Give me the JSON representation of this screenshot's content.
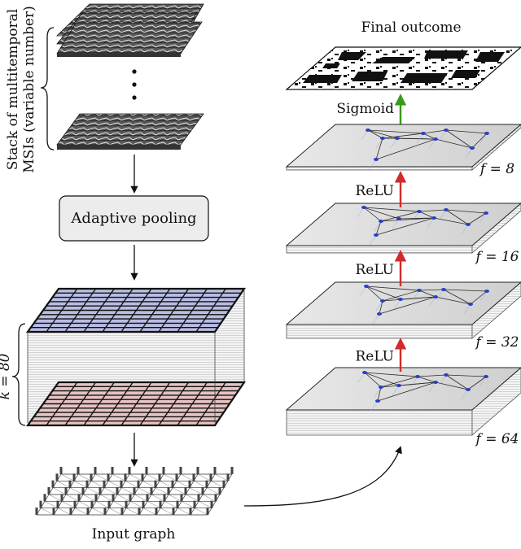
{
  "labels": {
    "stack": [
      "Stack of multitemporal",
      "MSIs (variable number)"
    ],
    "pooling": "Adaptive pooling",
    "k_label": "k = 80",
    "input_graph": "Input graph",
    "final": "Final outcome",
    "sigmoid": "Sigmoid",
    "relu": "ReLU"
  },
  "layers": [
    {
      "f": "f = 8"
    },
    {
      "f": "f = 16"
    },
    {
      "f": "f = 32"
    },
    {
      "f": "f = 64"
    }
  ],
  "colors": {
    "relu_arrow": "#d42a2a",
    "sigmoid_arrow": "#3a9a1a",
    "top_grid": "#b9bde3",
    "bottom_grid": "#e6c3c3",
    "plate": "#d8d8d8",
    "node": "#2b3fc4"
  }
}
